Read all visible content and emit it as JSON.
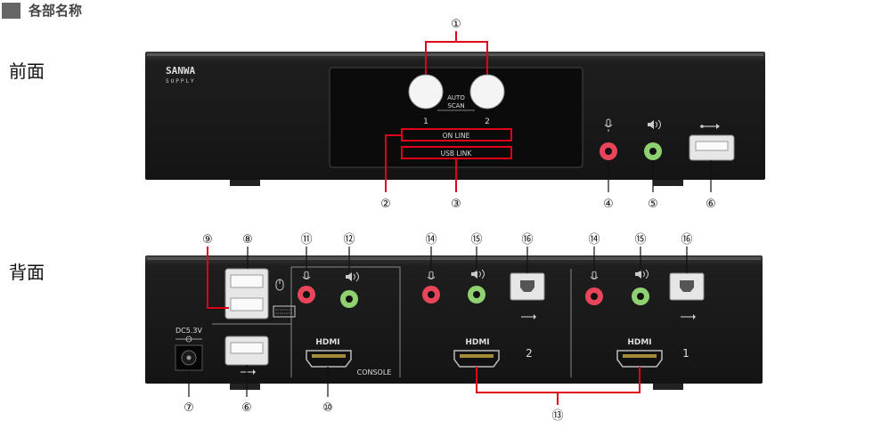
{
  "section": {
    "title": "各部名称"
  },
  "labels": {
    "front": "前面",
    "back": "背面"
  },
  "front": {
    "brand_line1": "SANWA",
    "brand_line2": "SUPPLY",
    "auto_scan_line1": "AUTO",
    "auto_scan_line2": "SCAN",
    "port1": "1",
    "port2": "2",
    "online": "ON LINE",
    "usb_link": "USB LINK"
  },
  "back": {
    "dc": "DC5.3V",
    "hdmi_console": "HDMI",
    "console": "CONSOLE",
    "hdmi_2": "HDMI",
    "num_2": "2",
    "hdmi_1": "HDMI",
    "num_1": "1"
  },
  "callouts": {
    "c1": "①",
    "c2": "②",
    "c3": "③",
    "c4": "④",
    "c5": "⑤",
    "c6": "⑥",
    "c7": "⑦",
    "c6b": "⑥",
    "c10": "⑩",
    "c13": "⑬",
    "c9": "⑨",
    "c8": "⑧",
    "c11": "⑪",
    "c12": "⑫",
    "c14a": "⑭",
    "c15a": "⑮",
    "c16a": "⑯",
    "c14b": "⑭",
    "c15b": "⑮",
    "c16b": "⑯"
  },
  "colors": {
    "highlight": "#e0001a",
    "panel": "#1c1c1c",
    "mic": "#e8455a",
    "audio": "#8fd170"
  }
}
